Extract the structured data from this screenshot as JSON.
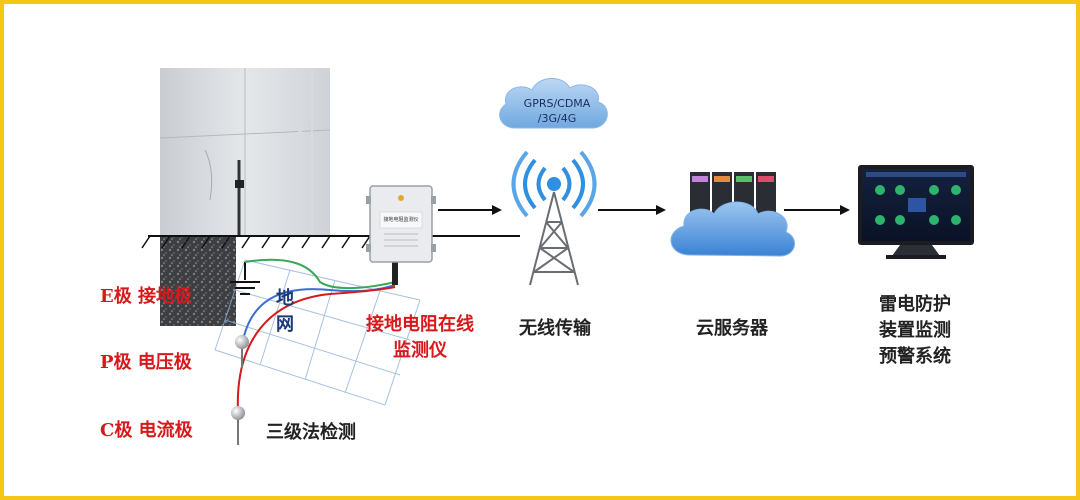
{
  "cloud": {
    "line1": "GPRS/CDMA",
    "line2": "/3G/4G"
  },
  "electrodes": {
    "e_label": "E极 接地极",
    "p_label": "P极 电压极",
    "c_label": "C极 电流极"
  },
  "ground_net": {
    "line1": "地",
    "line2": "网"
  },
  "method_label": "三级法检测",
  "device": {
    "title_line1": "接地电阻在线",
    "title_line2": "监测仪",
    "panel_text": "接地电阻监测仪"
  },
  "stages": {
    "wireless": "无线传输",
    "cloud_server": "云服务器",
    "system_line1": "雷电防护",
    "system_line2": "装置监测",
    "system_line3": "预警系统"
  },
  "colors": {
    "border": "#f5c518",
    "red_label": "#d7191c",
    "arrow": "#111111",
    "wire_green": "#3aa657",
    "wire_blue": "#3b6fd1",
    "wire_red": "#d7191c"
  }
}
